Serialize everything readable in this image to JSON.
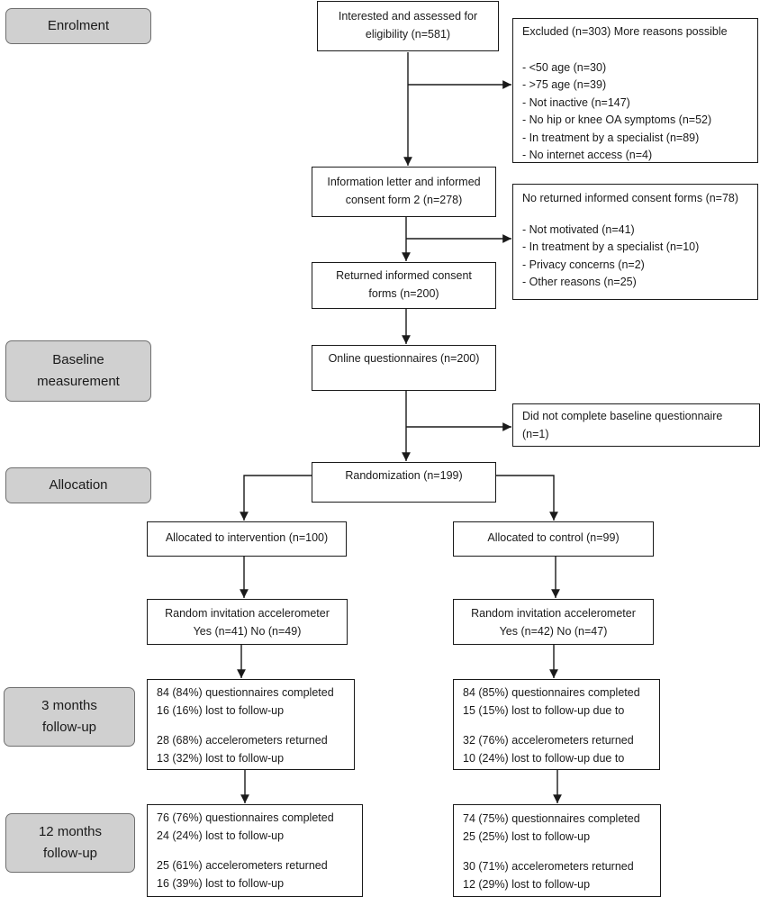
{
  "stages": {
    "enrolment": "Enrolment",
    "baseline": [
      "Baseline",
      "measurement"
    ],
    "allocation": "Allocation",
    "followup3": [
      "3 months",
      "follow-up"
    ],
    "followup12": [
      "12 months",
      "follow-up"
    ]
  },
  "boxes": {
    "eligibility": [
      "Interested and assessed for",
      "eligibility (n=581)"
    ],
    "excluded": {
      "title": "Excluded (n=303) More reasons possible",
      "items": [
        "- <50 age (n=30)",
        "- >75 age (n=39)",
        "- Not inactive (n=147)",
        "- No hip or knee OA symptoms (n=52)",
        "- In treatment by a specialist (n=89)",
        "- No internet access (n=4)"
      ]
    },
    "info_letter": [
      "Information letter and informed",
      "consent form 2 (n=278)"
    ],
    "no_returned": {
      "title": "No returned informed consent forms (n=78)",
      "items": [
        "- Not motivated (n=41)",
        "- In treatment by a specialist (n=10)",
        "- Privacy concerns (n=2)",
        "- Other reasons (n=25)"
      ]
    },
    "returned": [
      "Returned informed consent",
      "forms (n=200)"
    ],
    "online_q": "Online questionnaires (n=200)",
    "not_completed": [
      "Did not complete baseline questionnaire",
      "(n=1)"
    ],
    "randomization": "Randomization (n=199)",
    "alloc_intervention": "Allocated to intervention (n=100)",
    "alloc_control": "Allocated to control (n=99)",
    "invite_intervention": [
      "Random invitation accelerometer",
      "Yes (n=41) No (n=49)"
    ],
    "invite_control": [
      "Random invitation accelerometer",
      "Yes (n=42) No (n=47)"
    ],
    "fu3_intervention": {
      "q": [
        "84 (84%)  questionnaires completed",
        "16 (16%)  lost  to follow-up"
      ],
      "a": [
        "28 (68%) accelerometers returned",
        "13 (32%) lost to follow-up"
      ]
    },
    "fu3_control": {
      "q": [
        "84 (85%) questionnaires completed",
        "15 (15%)  lost to follow-up due to"
      ],
      "a": [
        "32 (76%) accelerometers returned",
        "10 (24%) lost to follow-up due to"
      ]
    },
    "fu12_intervention": {
      "q": [
        "76 (76%)  questionnaires completed",
        "24 (24%)  lost  to follow-up"
      ],
      "a": [
        "25 (61%) accelerometers returned",
        "16 (39%) lost to follow-up"
      ]
    },
    "fu12_control": {
      "q": [
        "74 (75%)  questionnaires completed",
        "25 (25%)  lost  to follow-up"
      ],
      "a": [
        "30 (71%) accelerometers returned",
        "12 (29%) lost to follow-up"
      ]
    }
  },
  "colors": {
    "stage_fill": "#d0d0d0",
    "stage_border": "#6f6f6f",
    "line": "#1a1a1a"
  }
}
